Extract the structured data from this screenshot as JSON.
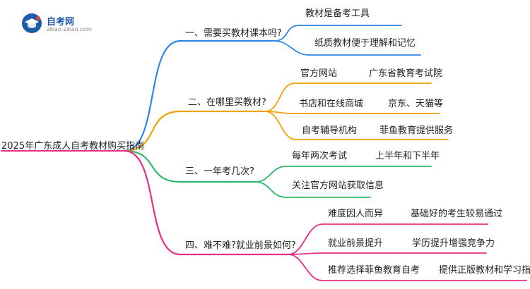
{
  "brand": {
    "name": "自考网",
    "url": "zikao-zikao.com",
    "colors": {
      "primary": "#1e5aa8",
      "accent": "#e23b3b"
    }
  },
  "root": {
    "label": "2025年广东成人自考教材购买指南"
  },
  "branches": [
    {
      "label": "一、需要买教材课本吗?",
      "color": "#2f86e8",
      "children": [
        {
          "text": "教材是备考工具"
        },
        {
          "text": "纸质教材便于理解和记忆"
        }
      ]
    },
    {
      "label": "二、在哪里买教材?",
      "color": "#f0a200",
      "children": [
        {
          "text": "官方网站",
          "detail": "广东省教育考试院"
        },
        {
          "text": "书店和在线商城",
          "detail": "京东、天猫等"
        },
        {
          "text": "自考辅导机构",
          "detail": "菲鱼教育提供服务"
        }
      ]
    },
    {
      "label": "三、一年考几次?",
      "color": "#2fb86a",
      "children": [
        {
          "text": "每年两次考试",
          "detail": "上半年和下半年"
        },
        {
          "text": "关注官方网站获取信息"
        }
      ]
    },
    {
      "label": "四、难不难?就业前景如何?",
      "color": "#e62e86",
      "children": [
        {
          "text": "难度因人而异",
          "detail": "基础好的考生较易通过"
        },
        {
          "text": "就业前景提升",
          "detail": "学历提升增强竞争力"
        },
        {
          "text": "推荐选择菲鱼教育自考",
          "detail": "提供正版教材和学习指导"
        }
      ]
    }
  ]
}
